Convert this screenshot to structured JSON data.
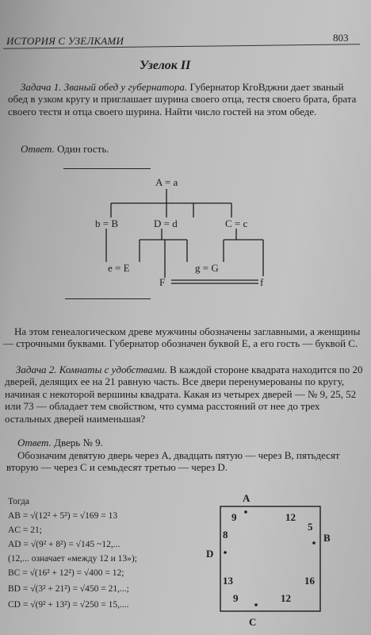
{
  "header": {
    "running_title": "ИСТОРИЯ С УЗЕЛКАМИ",
    "page_number": "803"
  },
  "section_title": "Узелок II",
  "task1": {
    "lead": "Задача 1. Званый обед у губернатора.",
    "body": "Губернатор КгоВджни дает званый обед в узком кругу и приглашает шурина своего отца, тестя своего брата, брата своего тестя и отца своего шурина. Найти число гостей на этом обеде.",
    "answer_label": "Ответ.",
    "answer": "Один гость."
  },
  "tree": {
    "root": "A = a",
    "b": "b = B",
    "d": "D = d",
    "c": "C = c",
    "e": "e = E",
    "g": "g = G",
    "F": "F",
    "f": "f"
  },
  "tree_caption": "На этом генеалогическом древе мужчины обозначены заглавными, а женщины — строчными буквами. Губернатор обозначен буквой E, а его гость — буквой C.",
  "task2": {
    "lead": "Задача 2. Комнаты с удобствами.",
    "body": "В каждой стороне квадрата находится по 20 дверей, делящих ее на 21 равную часть. Все двери перенумерованы по кругу, начиная с некоторой вершины квадрата. Какая из четырех дверей — № 9, 25, 52 или 73 — обладает тем свойством, что сумма расстояний от нее до трех остальных дверей наименьшая?",
    "answer_label": "Ответ.",
    "answer": "Дверь № 9.",
    "explanation": "Обозначим девятую дверь через A, двадцать пятую — через B, пятьдесят вторую — через C и семьдесят третью — через D."
  },
  "calc": {
    "intro": "Тогда",
    "ab": "AB = √(12² + 5²) = √169 = 13",
    "ac": "AC = 21;",
    "ad": "AD = √(9² + 8²) = √145 ~12,...",
    "ad_note": "(12,... означает «между 12 и 13»);",
    "bc": "BC = √(16² + 12²) = √400 = 12;",
    "bd": "BD = √(3² + 21²) = √450 = 21,...;",
    "cd": "CD = √(9² + 13²) = √250 = 15,...."
  },
  "square": {
    "A": "A",
    "B": "B",
    "C": "C",
    "D": "D",
    "top_left": "9",
    "top_right": "12",
    "right_top": "5",
    "left_top": "8",
    "left_bottom": "13",
    "right_bottom": "16",
    "bottom_left": "9",
    "bottom_right": "12"
  }
}
